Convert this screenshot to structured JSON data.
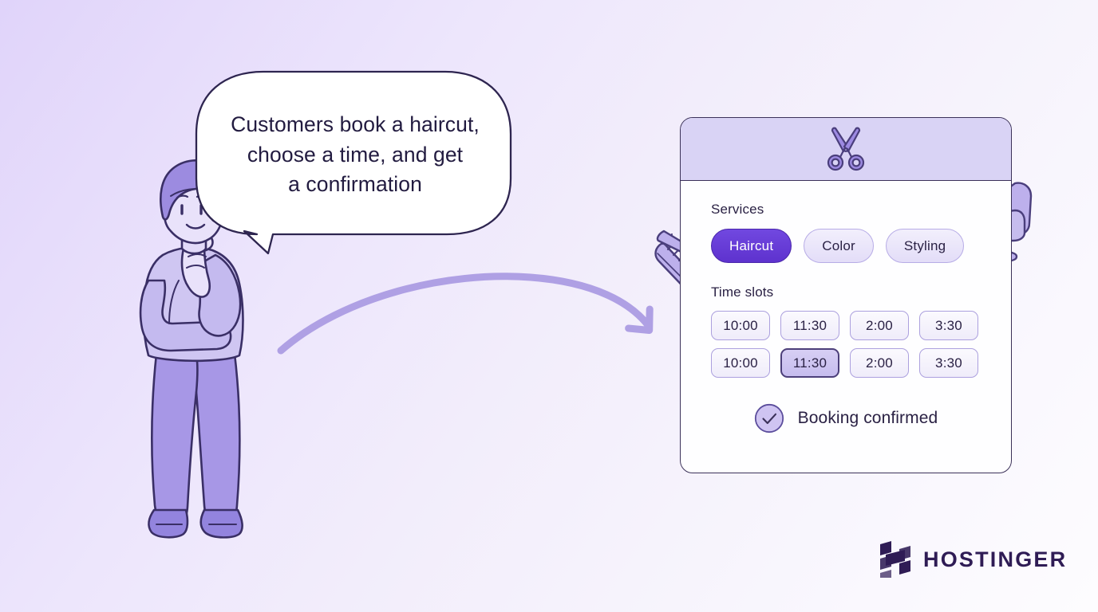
{
  "background": {
    "gradient_from": "#E0D4FA",
    "gradient_to": "#FDFCFE"
  },
  "speech_bubble": {
    "name": "speech-bubble",
    "lines": [
      "Customers book a haircut,",
      "choose a time, and get",
      "a confirmation"
    ],
    "text_color": "#221B40",
    "fill": "#FFFFFF",
    "stroke": "#2E2550"
  },
  "character": {
    "name": "thinking-person-illustration",
    "description": "person thinking with hand on chin",
    "line_color": "#3A2F66",
    "skin_fill": "#E9E2FA",
    "hair_fill": "#9C8BE0",
    "shirt_fill": "#CFC6F2",
    "pants_fill": "#A797E6"
  },
  "arrow": {
    "name": "curved-arrow",
    "color": "#AFA0E4"
  },
  "props": {
    "comb": {
      "name": "comb-illustration",
      "fill": "#BDB0EC",
      "stroke": "#4A3E7C"
    },
    "chair": {
      "name": "barber-chair-illustration",
      "fill": "#C6BCEE",
      "stroke": "#4A3E7C"
    }
  },
  "card": {
    "name": "booking-card",
    "border_color": "#3B3159",
    "background": "#FEFEFF",
    "header": {
      "name": "card-header",
      "background": "#D9D3F5",
      "icon": "scissors-icon",
      "icon_color": "#8B79DC",
      "icon_stroke": "#4A3E7C"
    },
    "services": {
      "label": "Services",
      "options": [
        {
          "label": "Haircut",
          "selected": true
        },
        {
          "label": "Color",
          "selected": false
        },
        {
          "label": "Styling",
          "selected": false
        }
      ],
      "selected_fill": "#6A3FD8",
      "selected_text": "#FFFFFF",
      "idle_fill": "#EBE6FA",
      "idle_text": "#2A2144"
    },
    "time_slots": {
      "label": "Time slots",
      "rows": [
        [
          {
            "label": "10:00",
            "selected": false
          },
          {
            "label": "11:30",
            "selected": false
          },
          {
            "label": "2:00",
            "selected": false
          },
          {
            "label": "3:30",
            "selected": false
          }
        ],
        [
          {
            "label": "10:00",
            "selected": false
          },
          {
            "label": "11:30",
            "selected": true
          },
          {
            "label": "2:00",
            "selected": false
          },
          {
            "label": "3:30",
            "selected": false
          }
        ]
      ],
      "selected_fill": "#CFC7F0",
      "selected_border": "#4C3F7A"
    },
    "confirmation": {
      "label": "Booking confirmed",
      "icon": "check-circle-icon",
      "icon_fill": "#CFC4F2",
      "icon_stroke": "#5B4D9C"
    }
  },
  "logo": {
    "name": "hostinger-logo",
    "wordmark": "HOSTINGER",
    "color": "#2F1C55"
  }
}
